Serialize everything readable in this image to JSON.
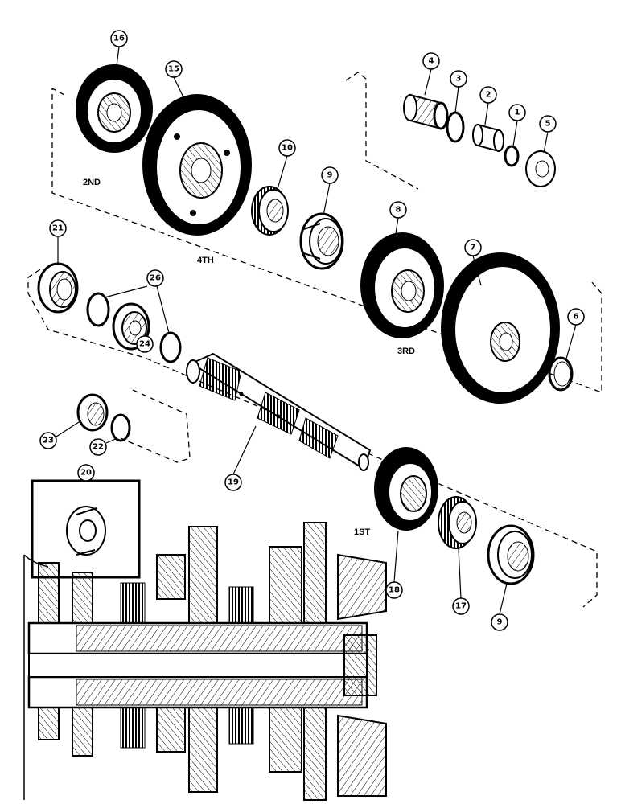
{
  "diagram": {
    "gear_labels": {
      "second": "2ND",
      "third": "3RD",
      "fourth": "4TH",
      "first": "1ST"
    },
    "callouts": [
      "1",
      "2",
      "3",
      "4",
      "5",
      "6",
      "7",
      "8",
      "9",
      "10",
      "15",
      "16",
      "17",
      "18",
      "19",
      "20",
      "21",
      "22",
      "23",
      "24",
      "26"
    ],
    "callout_9_repeat": "9"
  }
}
